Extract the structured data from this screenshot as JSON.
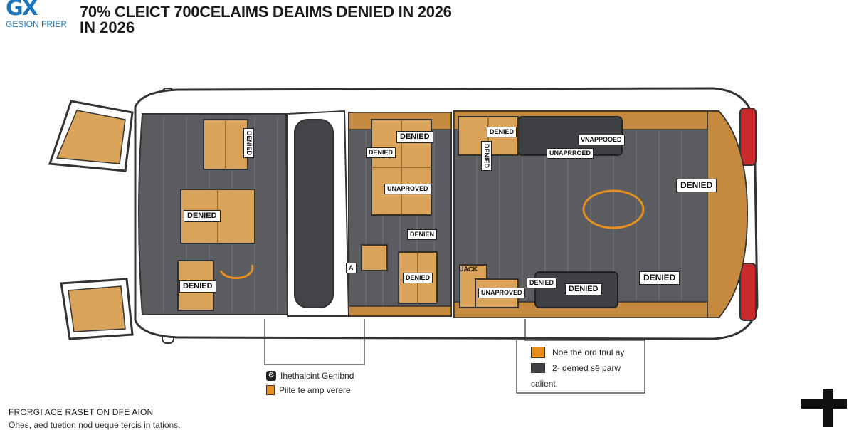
{
  "logo": {
    "mark": "GX",
    "text": "GESION FRIER"
  },
  "title": {
    "line1": "70% CLEICT 700CELAIMS DEAIMS DENIED IN 2026",
    "line2": "IN 2026"
  },
  "labels": {
    "denied": "DENIED",
    "deniedBoxV": "DENIED",
    "unaproved": "UNAPROVED",
    "unaproved2": "UNAPROVED",
    "unaproved3": "UNAPRROED",
    "unaproved4": "VNAPPOOED",
    "denien": "DENIEN",
    "a": "A",
    "uack": "UACK",
    "vertLabel": "DENIED"
  },
  "legend": {
    "left": [
      {
        "icon": "gear-icon",
        "text": "Ihethaicint Genibnd"
      },
      {
        "icon": "box-icon",
        "text": "Piite te amp verere"
      }
    ],
    "right": [
      {
        "icon": "box-icon",
        "text": "Noe the ord tnul ay"
      },
      {
        "icon": "box-icon",
        "text": "2- demed sē parw"
      },
      {
        "icon": "",
        "text": "calient."
      }
    ]
  },
  "footer": {
    "line1": "FRORGI ACE RASET ON DFE AION",
    "line2": "Ohes, aed tuetion nod ueque tercis in tations."
  },
  "colors": {
    "cardboard": "#d9a35a",
    "floor": "#5b5c60",
    "interior": "#c68a3e",
    "brand": "#1b75bc",
    "taillight": "#c92a2a",
    "circle": "#e8901f"
  }
}
